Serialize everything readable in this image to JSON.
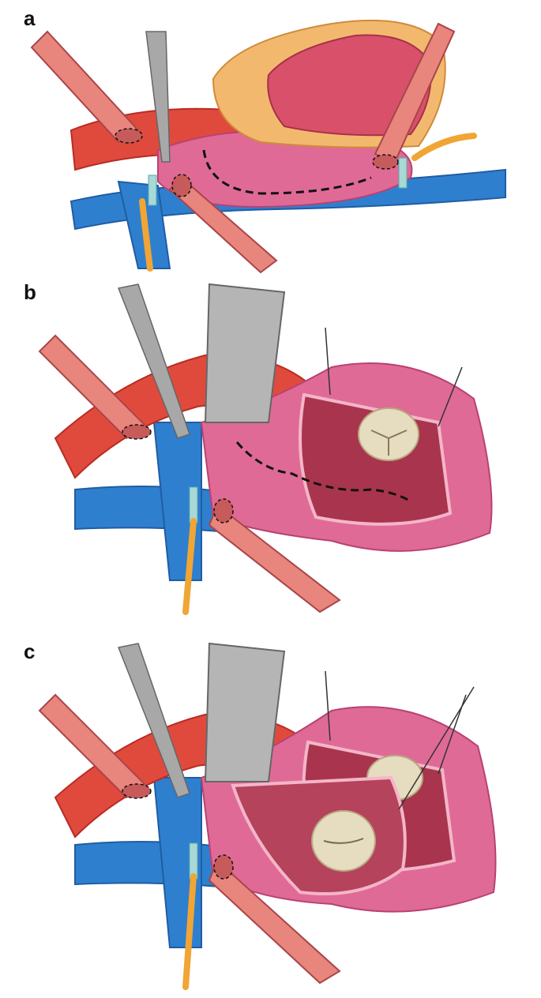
{
  "figure": {
    "panels": [
      {
        "label": "a"
      },
      {
        "label": "b"
      },
      {
        "label": "c"
      }
    ]
  },
  "colors": {
    "artery": "#e04a3c",
    "artery_dark": "#b92c24",
    "vein": "#2f7fcf",
    "vein_dark": "#1f5da3",
    "atrium": "#e06a96",
    "atrium_dark": "#b84272",
    "fat": "#f2b96e",
    "muscle": "#d9506a",
    "cannula": "#e8857c",
    "clamp": "#a8a8a8",
    "tube": "#f0a535",
    "valve": "#e6dcc0",
    "tape": "#a9d9d6"
  }
}
